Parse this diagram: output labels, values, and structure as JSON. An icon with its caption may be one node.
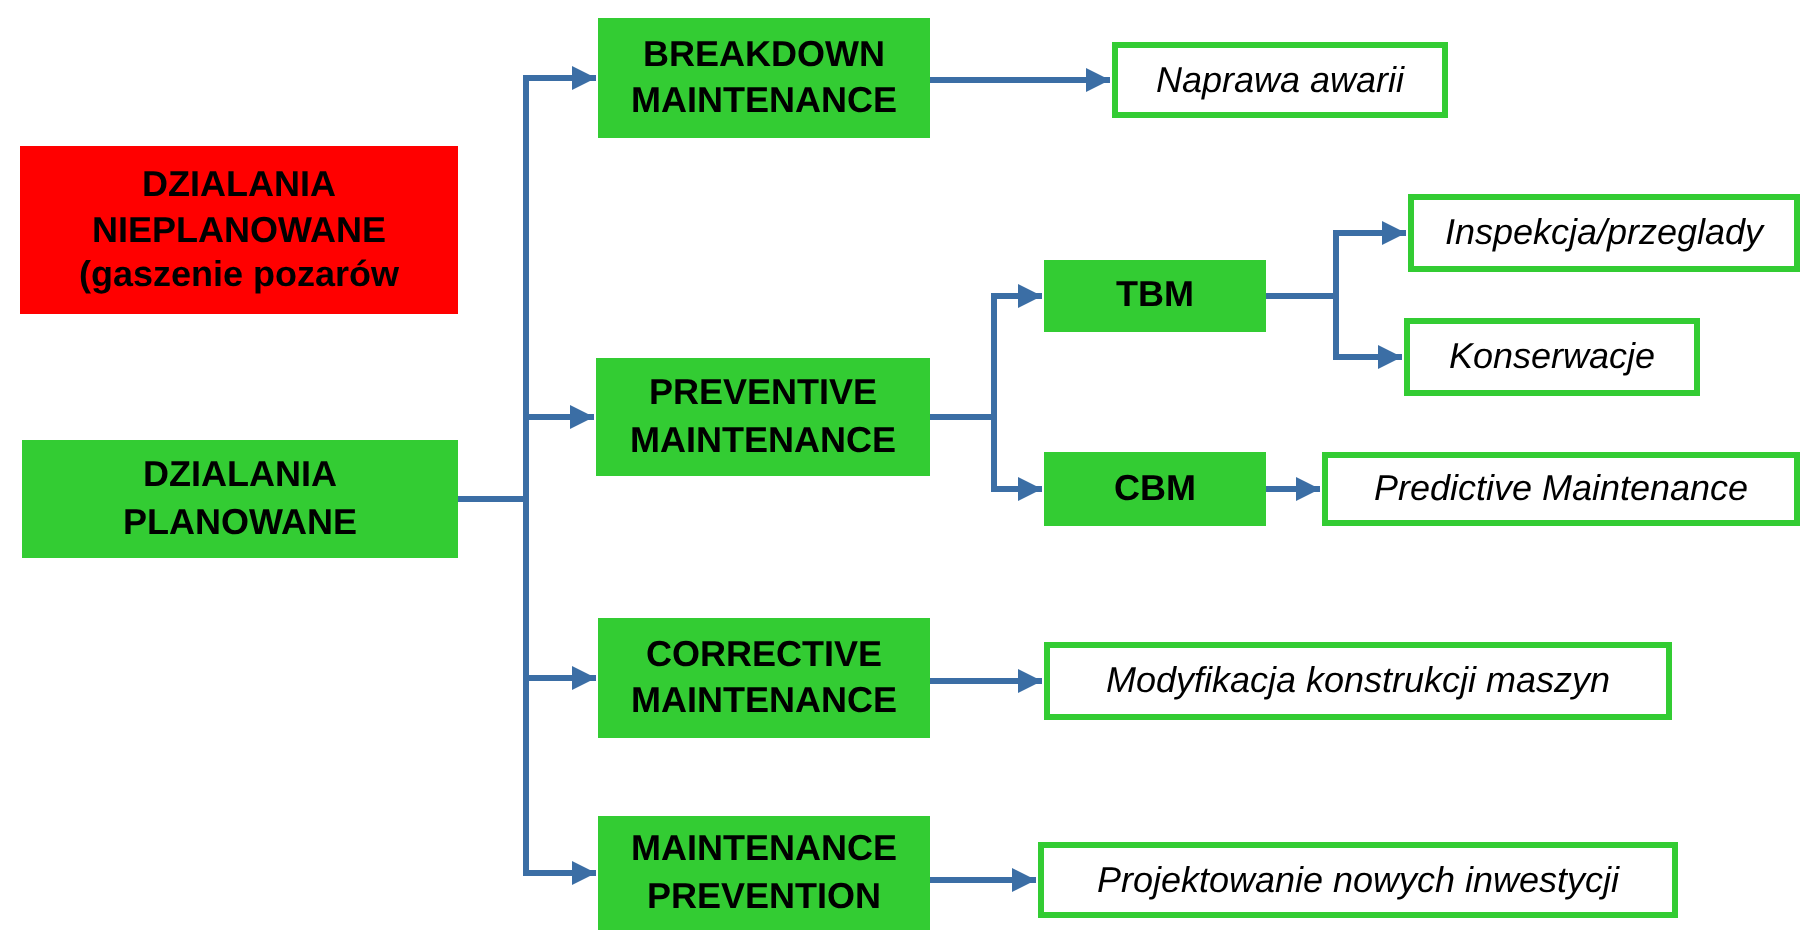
{
  "diagram": {
    "nodes": [
      {
        "text": [
          "DZIALANIA NIEPLANOWANE (gaszenie pozarów"
        ]
      },
      {
        "text": [
          "DZIALANIA PLANOWANE"
        ]
      },
      {
        "text": [
          "BREAKDOWN MAINTENANCE"
        ]
      },
      {
        "text": [
          "Naprawa awarii"
        ]
      },
      {
        "text": [
          "PREVENTIVE MAINTENANCE"
        ]
      },
      {
        "text": [
          "TBM"
        ]
      },
      {
        "text": [
          "CBM"
        ]
      },
      {
        "text": [
          "Inspekcja/przeglady"
        ]
      },
      {
        "text": [
          "Konserwacje"
        ]
      },
      {
        "text": [
          "Predictive Maintenance"
        ]
      },
      {
        "text": [
          "CORRECTIVE MAINTENANCE"
        ]
      },
      {
        "text": [
          "Modyfikacja konstrukcji maszyn"
        ]
      },
      {
        "text": [
          "MAINTENANCE PREVENTION"
        ]
      },
      {
        "text": [
          "Projektowanie nowych inwestycji"
        ]
      }
    ],
    "edges": [
      {
        "from": 1,
        "to": 2,
        "arrow": "to"
      },
      {
        "from": 1,
        "to": 4,
        "arrow": "to"
      },
      {
        "from": 1,
        "to": 10,
        "arrow": "to"
      },
      {
        "from": 1,
        "to": 12,
        "arrow": "to"
      },
      {
        "from": 2,
        "to": 3,
        "arrow": "to"
      },
      {
        "from": 4,
        "to": 5,
        "arrow": "to"
      },
      {
        "from": 4,
        "to": 6,
        "arrow": "to"
      },
      {
        "from": 5,
        "to": 7,
        "arrow": "to"
      },
      {
        "from": 5,
        "to": 8,
        "arrow": "to"
      },
      {
        "from": 6,
        "to": 9,
        "arrow": "to"
      },
      {
        "from": 10,
        "to": 11,
        "arrow": "to"
      },
      {
        "from": 12,
        "to": 13,
        "arrow": "to"
      }
    ]
  }
}
